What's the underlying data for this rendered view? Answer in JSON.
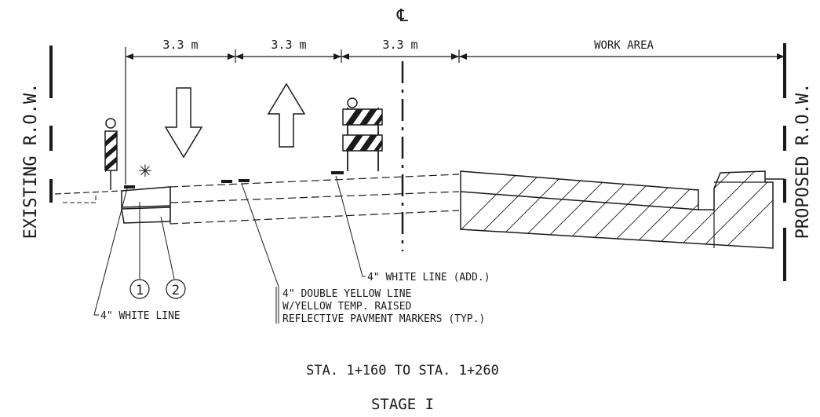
{
  "centerline_symbol": "℄",
  "left_boundary_label": "EXISTING R.O.W.",
  "right_boundary_label": "PROPOSED R.O.W.",
  "dimensions": [
    {
      "label": "3.3 m"
    },
    {
      "label": "3.3 m"
    },
    {
      "label": "3.3 m"
    },
    {
      "label": "WORK AREA"
    }
  ],
  "callouts": {
    "white_line_added": "4\" WHITE LINE (ADD.)",
    "double_yellow": [
      "4\" DOUBLE YELLOW LINE",
      "W/YELLOW TEMP. RAISED",
      "REFLECTIVE PAVMENT MARKERS (TYP.)"
    ],
    "white_line": "4\" WHITE LINE",
    "circle_1": "1",
    "circle_2": "2",
    "asterisk": "✳"
  },
  "station_range": "STA. 1+160 TO STA. 1+260",
  "stage": "STAGE I"
}
